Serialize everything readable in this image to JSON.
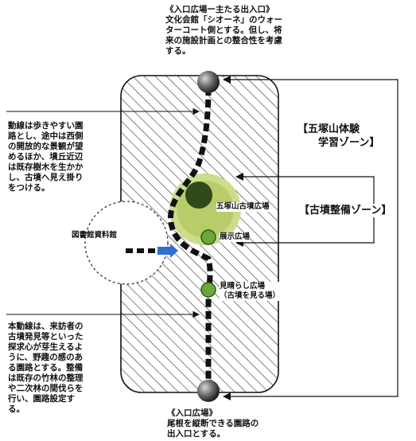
{
  "top_entrance_note": "《入口広場ー主たる出入口》\n文化会館「シオーネ」のウォー\nターコート側とする。但し、将\n来の施設計画との整合性を考慮\nする。",
  "route_note_upper": "動線は歩きやすい園\n路とし、途中は西側\nの開放的な景観が望\nめるほか、墳丘近辺\nは既存樹木を生かか\nし、古墳へ見え掛り\nをつける。",
  "route_note_lower": "本動線は、来訪者の\n古墳発見等といった\n探求心が芽生えるよ\nうに、野趣の感のあ\nる園路とする。整備\nは既存の竹林の整理\nや二次林の間伐らを\n行い、園路設定す\nる。",
  "bottom_entrance_note": "《入口広場》\n尾根を縦断できる園路の\n出入口とする。",
  "zone_gozukayama": "【五塚山体験\n　　学習ゾーン】",
  "zone_kofun": "【古墳整備ゾーン】",
  "kofun_plaza_label": "五塚山古墳広場",
  "exhibit_plaza_label": "展示広場",
  "viewpoint_label": "見晴らし広場\n（古墳を見る場）",
  "library_label": "図書館資料館",
  "colors": {
    "hatch": "#333333",
    "outer_ring": "#cddc8a",
    "core": "#2f4a18",
    "node_green": "#6aa83a",
    "entrance_node": "#5a5a5a",
    "arrow_blue": "#2e6fd0"
  }
}
